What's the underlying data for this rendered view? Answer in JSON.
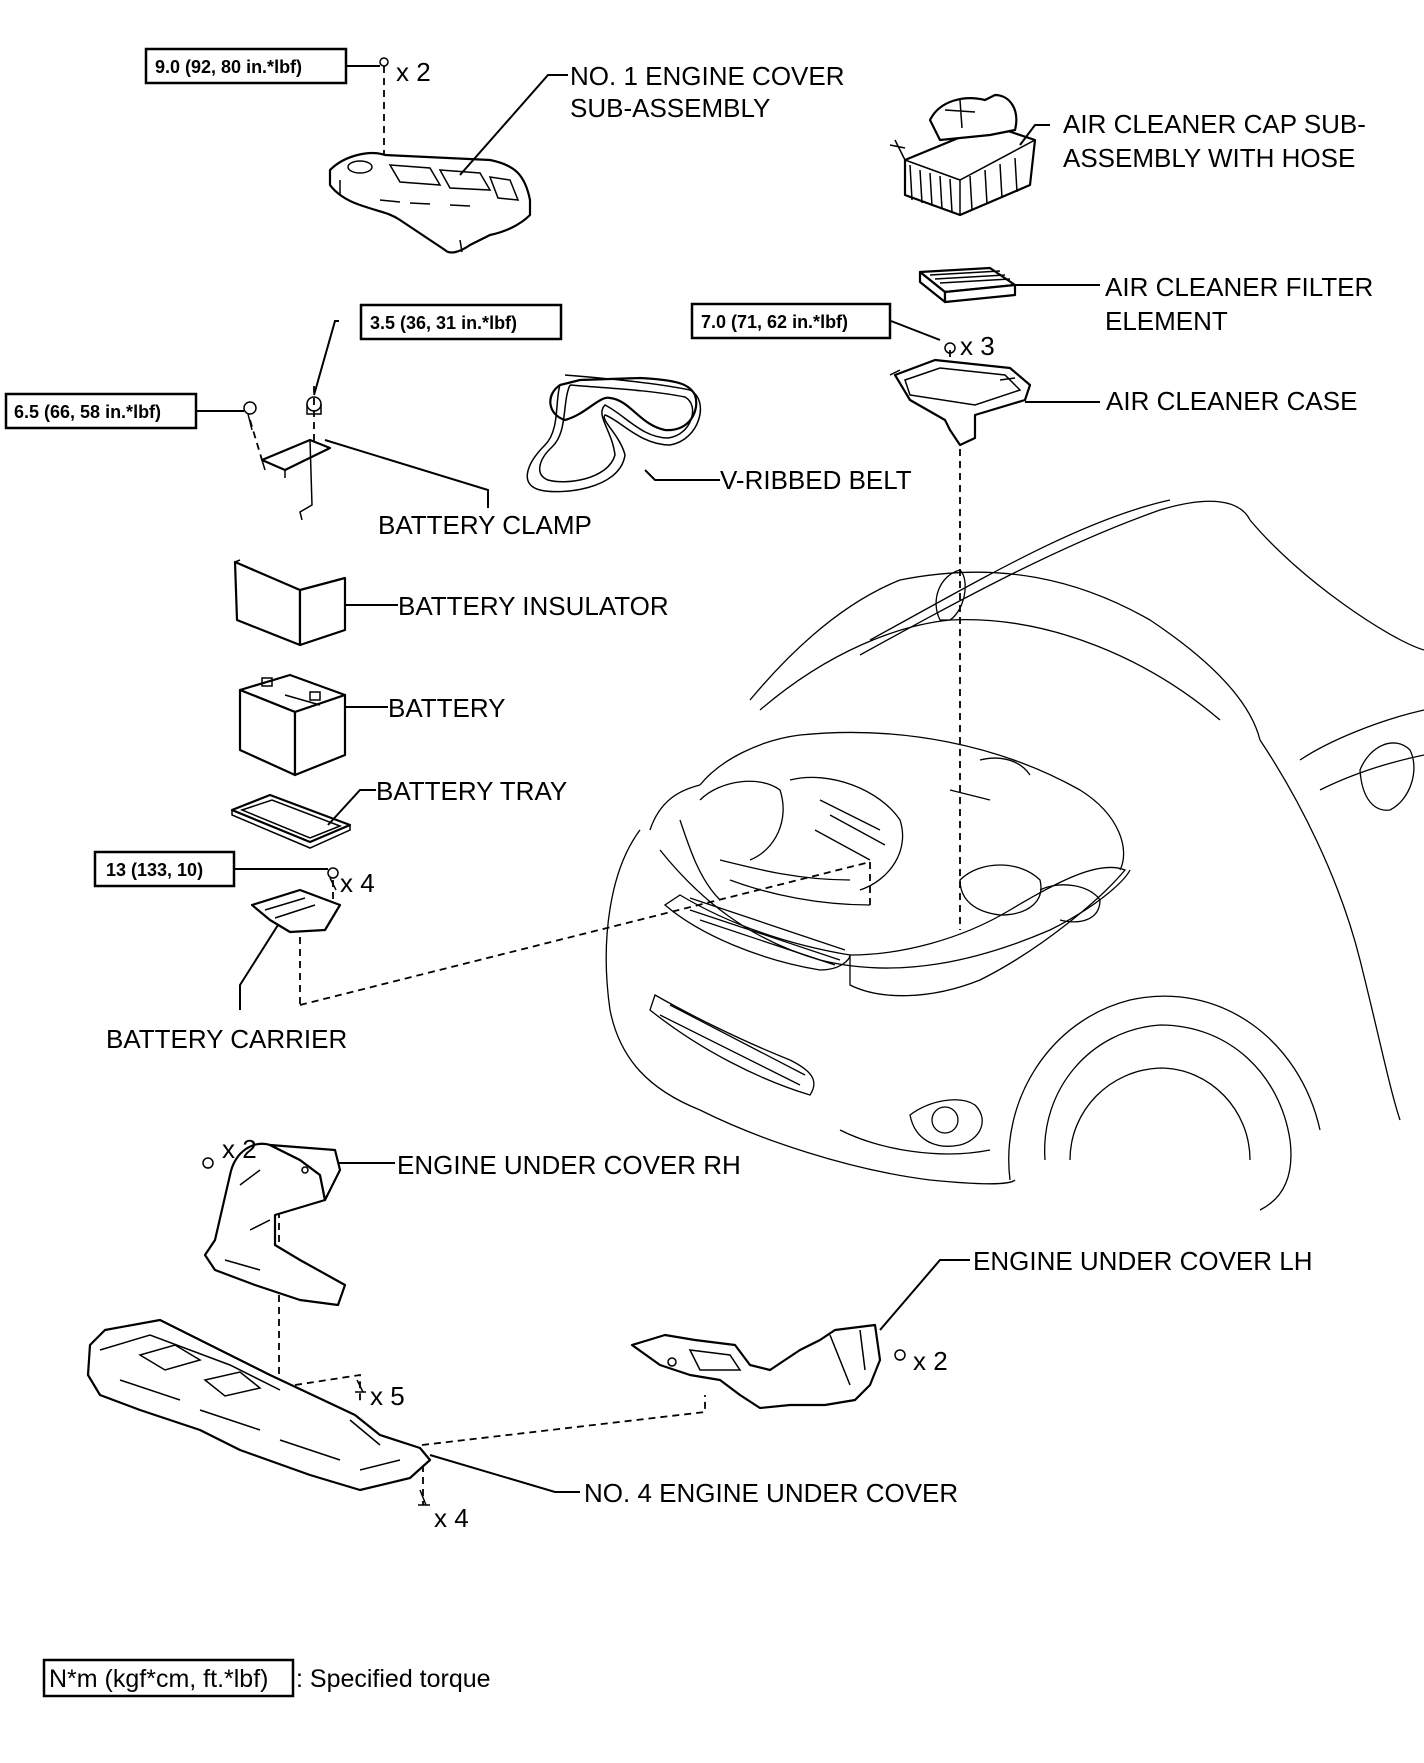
{
  "labels": {
    "engine_cover": [
      "NO. 1 ENGINE COVER",
      "SUB-ASSEMBLY"
    ],
    "air_cleaner_cap": [
      "AIR CLEANER CAP SUB-",
      "ASSEMBLY WITH HOSE"
    ],
    "air_cleaner_filter": [
      "AIR CLEANER FILTER",
      "ELEMENT"
    ],
    "air_cleaner_case": "AIR CLEANER CASE",
    "v_ribbed_belt": "V-RIBBED BELT",
    "battery_clamp": "BATTERY CLAMP",
    "battery_insulator": "BATTERY INSULATOR",
    "battery": "BATTERY",
    "battery_tray": "BATTERY TRAY",
    "battery_carrier": "BATTERY CARRIER",
    "engine_under_cover_rh": "ENGINE UNDER COVER RH",
    "engine_under_cover_lh": "ENGINE UNDER COVER LH",
    "no4_engine_under_cover": "NO. 4 ENGINE UNDER COVER"
  },
  "torques": {
    "engine_cover": "9.0 (92, 80 in.*lbf)",
    "battery_clamp_nut": "3.5 (36, 31 in.*lbf)",
    "battery_clamp_bolt": "6.5 (66, 58 in.*lbf)",
    "air_cleaner_case": "7.0 (71, 62 in.*lbf)",
    "battery_carrier": "13 (133, 10)"
  },
  "quantities": {
    "engine_cover": "x 2",
    "air_cleaner_case": "x 3",
    "battery_carrier": "x 4",
    "under_cover_rh": "x 2",
    "under_cover_lh": "x 2",
    "no4_under_cover_top": "x 5",
    "no4_under_cover_bottom": "x 4"
  },
  "legend": {
    "box_text": "N*m (kgf*cm, ft.*lbf)",
    "description": ": Specified torque"
  }
}
